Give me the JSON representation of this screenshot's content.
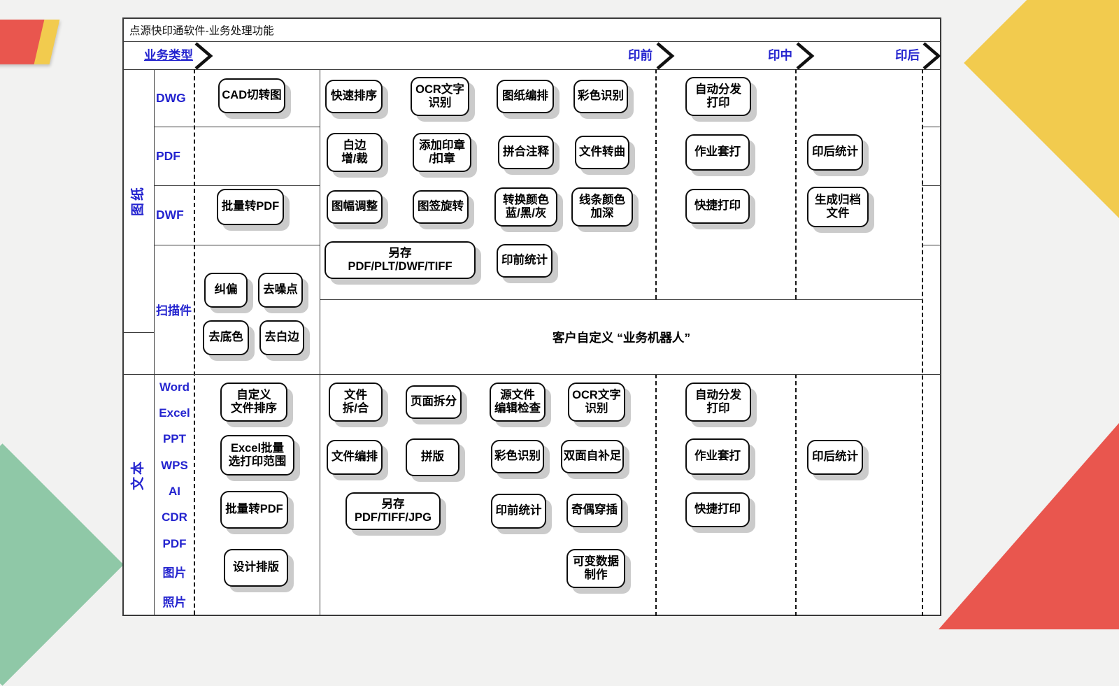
{
  "title": "点源快印通软件-业务处理功能",
  "header": {
    "business_type": "业务类型",
    "pre": "印前",
    "mid": "印中",
    "post": "印后"
  },
  "colors": {
    "blue": "#2424cf",
    "red": "#e9564e",
    "yellow": "#f2cb4e",
    "green": "#8fc8a7",
    "shadow": "#cbcbcb"
  },
  "drawings": {
    "label": "图纸",
    "types": {
      "dwg": "DWG",
      "pdf": "PDF",
      "dwf": "DWF",
      "scan": "扫描件"
    },
    "tools": {
      "cad_cut": "CAD切转图",
      "batch_pdf": "批量转PDF",
      "deskew": "纠偏",
      "denoise": "去噪点",
      "remove_bg": "去底色",
      "remove_white": "去白边"
    },
    "pre": {
      "quick_sort": "快速排序",
      "ocr": "OCR文字\n识别",
      "layout": "图纸编排",
      "color_detect": "彩色识别",
      "white_edge": "白边\n增/裁",
      "stamp": "添加印章\n/扣章",
      "merge_note": "拼合注释",
      "to_curve": "文件转曲",
      "frame_adjust": "图幅调整",
      "title_rotate": "图签旋转",
      "convert_color": "转换颜色\n蓝/黑/灰",
      "line_darken": "线条颜色\n加深",
      "save_as": "另存\nPDF/PLT/DWF/TIFF",
      "stats": "印前统计"
    },
    "mid": {
      "auto_print": "自动分发\n打印",
      "job_print": "作业套打",
      "quick_print": "快捷打印"
    },
    "post": {
      "stats": "印后统计",
      "archive": "生成归档\n文件"
    }
  },
  "robot_box": "客户自定义 “业务机器人”",
  "text": {
    "label": "文本",
    "formats": [
      "Word",
      "Excel",
      "PPT",
      "WPS",
      "AI",
      "CDR",
      "PDF",
      "图片",
      "照片"
    ],
    "tools": {
      "custom_sort": "自定义\n文件排序",
      "excel_range": "Excel批量\n选打印范围",
      "batch_pdf": "批量转PDF",
      "design_layout": "设计排版"
    },
    "pre": {
      "split_merge": "文件\n拆/合",
      "page_split": "页面拆分",
      "source_check": "源文件\n编辑检查",
      "ocr": "OCR文字\n识别",
      "file_layout": "文件编排",
      "imposition": "拼版",
      "color_detect": "彩色识别",
      "duplex": "双面自补足",
      "save_as": "另存\nPDF/TIFF/JPG",
      "stats": "印前统计",
      "odd_even": "奇偶穿插",
      "variable_data": "可变数据\n制作"
    },
    "mid": {
      "auto_print": "自动分发\n打印",
      "job_print": "作业套打",
      "quick_print": "快捷打印"
    },
    "post": {
      "stats": "印后统计"
    }
  }
}
